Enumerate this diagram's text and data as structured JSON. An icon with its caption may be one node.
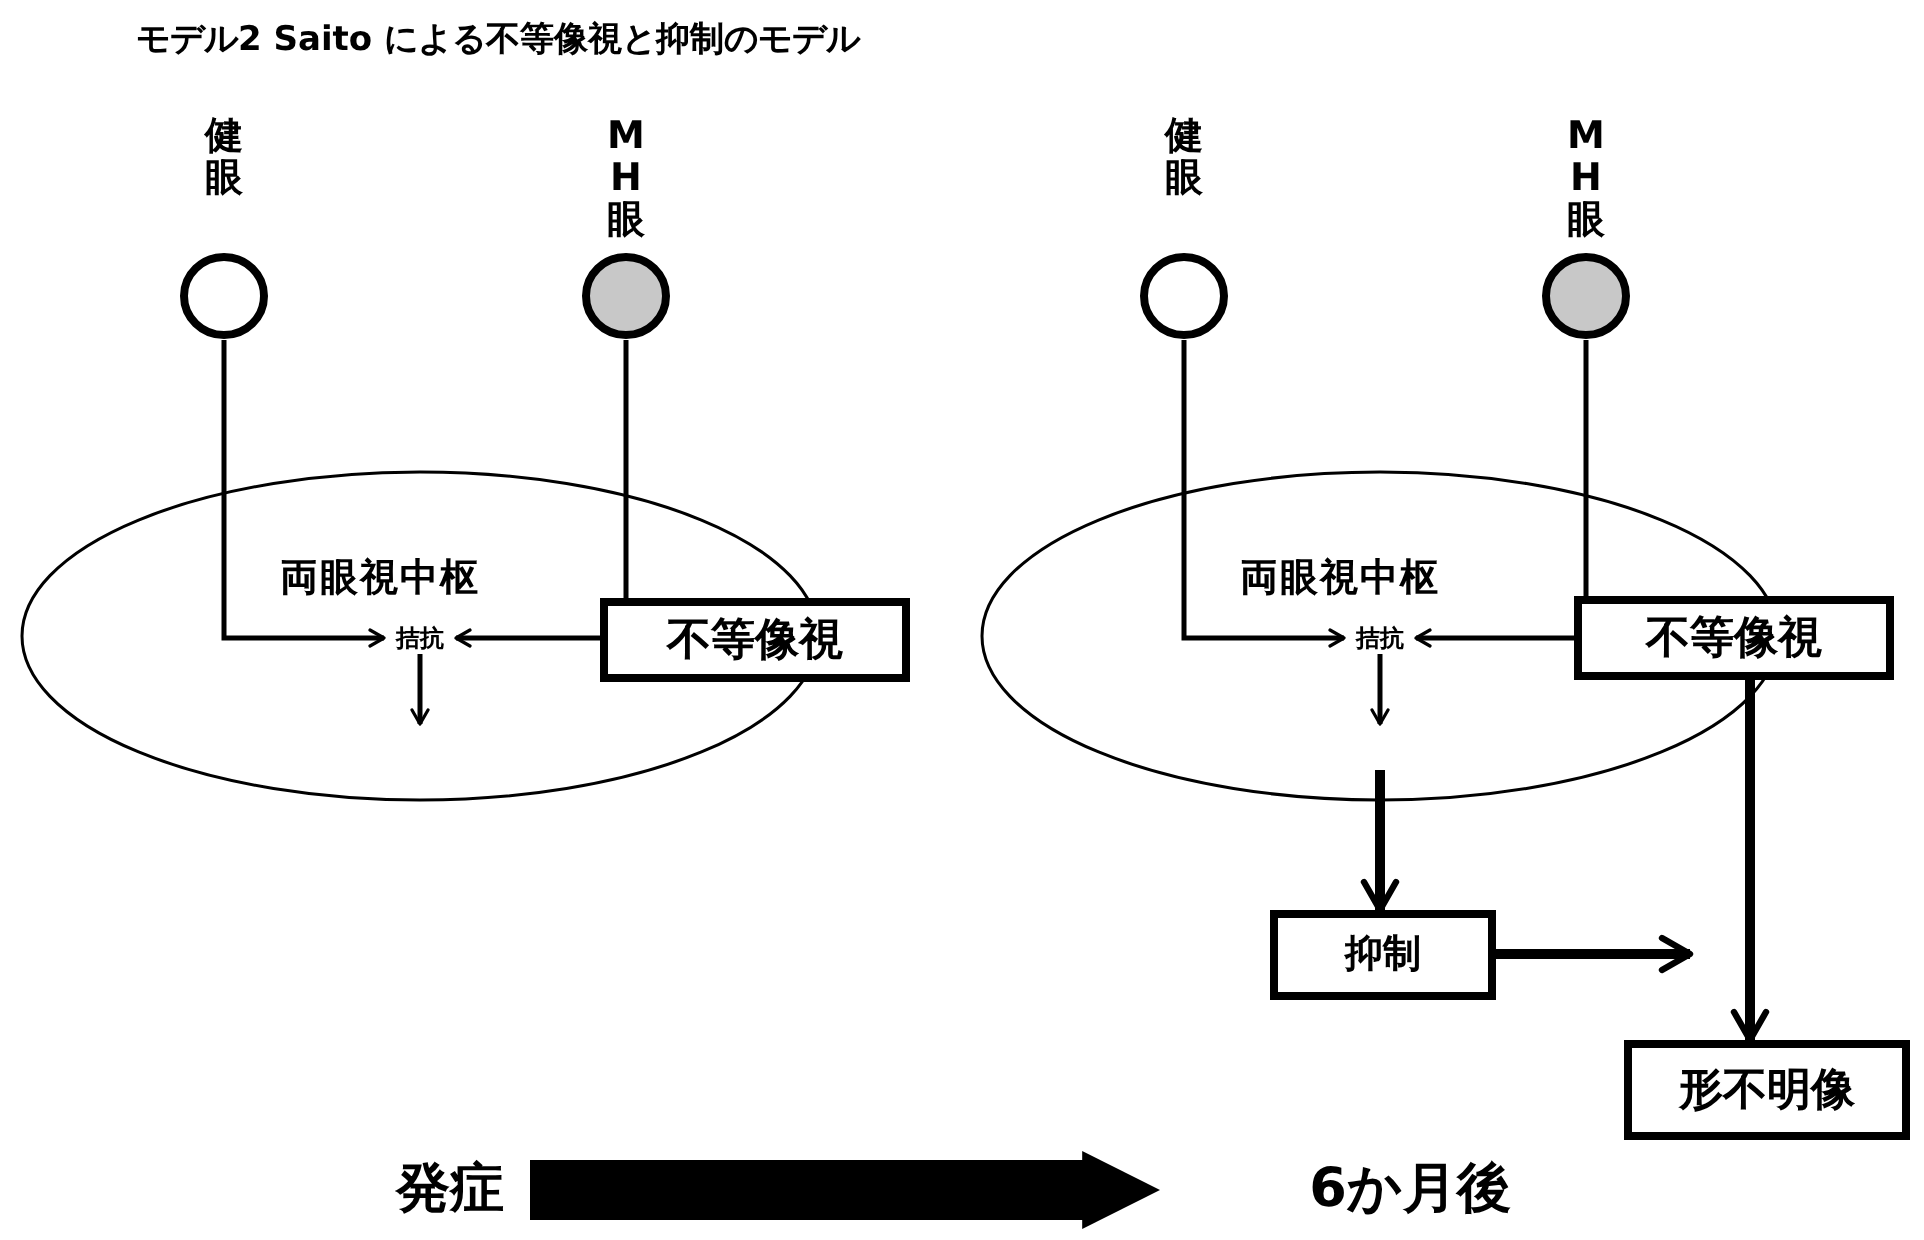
{
  "diagram": {
    "title": "モデル2 Saito による不等像視と抑制のモデル",
    "nodes": [
      {
        "text": [
          "両眼視中枢"
        ]
      },
      {
        "text": [
          "健眼"
        ]
      },
      {
        "text": [
          "MH眼"
        ]
      },
      {
        "text": [
          "拮抗"
        ],
        "in": 0
      },
      {
        "text": [
          "不等像視"
        ]
      },
      {
        "text": [
          "両眼視中枢"
        ]
      },
      {
        "text": [
          "健眼"
        ]
      },
      {
        "text": [
          "MH眼"
        ]
      },
      {
        "text": [
          "拮抗"
        ],
        "in": 5
      },
      {
        "text": [
          "不等像視"
        ]
      },
      {
        "text": [
          "抑制"
        ]
      },
      {
        "text": [
          "形不明像"
        ]
      },
      {
        "text": [
          "発症"
        ]
      },
      {
        "text": [
          "6か月後"
        ]
      }
    ],
    "edges": [
      {
        "from": 1,
        "to": 3,
        "arrow": "to"
      },
      {
        "from": 2,
        "to": 4,
        "arrow": "none"
      },
      {
        "from": 4,
        "to": 3,
        "arrow": "to"
      },
      {
        "from": 3,
        "to": null,
        "arrow": "to"
      },
      {
        "from": 6,
        "to": 8,
        "arrow": "to"
      },
      {
        "from": 7,
        "to": 9,
        "arrow": "none"
      },
      {
        "from": 9,
        "to": 8,
        "arrow": "to"
      },
      {
        "from": 8,
        "to": null,
        "arrow": "to"
      },
      {
        "from": null,
        "to": 10,
        "arrow": "to",
        "style": "thick"
      },
      {
        "from": 9,
        "to": 11,
        "arrow": "to",
        "style": "thick"
      },
      {
        "from": 10,
        "to": null,
        "arrow": "to",
        "style": "thick"
      },
      {
        "from": 12,
        "to": 13,
        "arrow": "to",
        "style": "thick"
      }
    ]
  }
}
